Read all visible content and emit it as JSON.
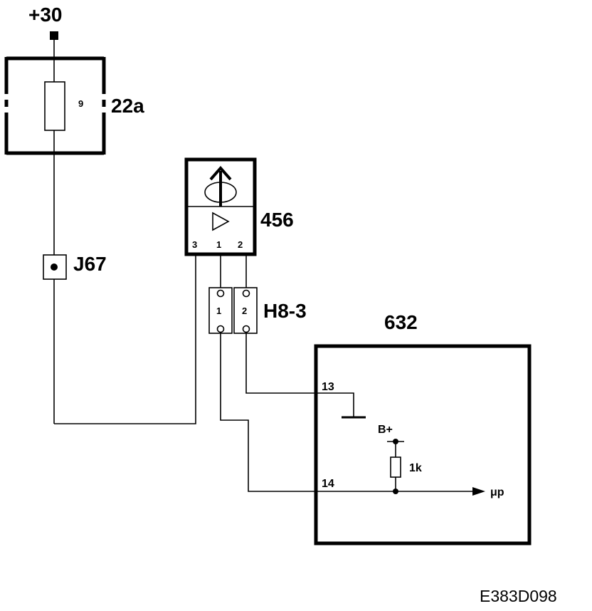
{
  "supply": {
    "label": "+30"
  },
  "fuse_box": {
    "label": "22a",
    "fuse_number": "9"
  },
  "junction": {
    "label": "J67"
  },
  "sensor": {
    "label": "456",
    "pins": [
      "3",
      "1",
      "2"
    ]
  },
  "connector": {
    "label": "H8-3",
    "pins": [
      "1",
      "2"
    ]
  },
  "control_unit": {
    "label": "632",
    "pin_13": "13",
    "pin_14": "14",
    "supply_label": "B+",
    "resistor_label": "1k",
    "output_label": "μp"
  },
  "drawing_id": "E383D098"
}
